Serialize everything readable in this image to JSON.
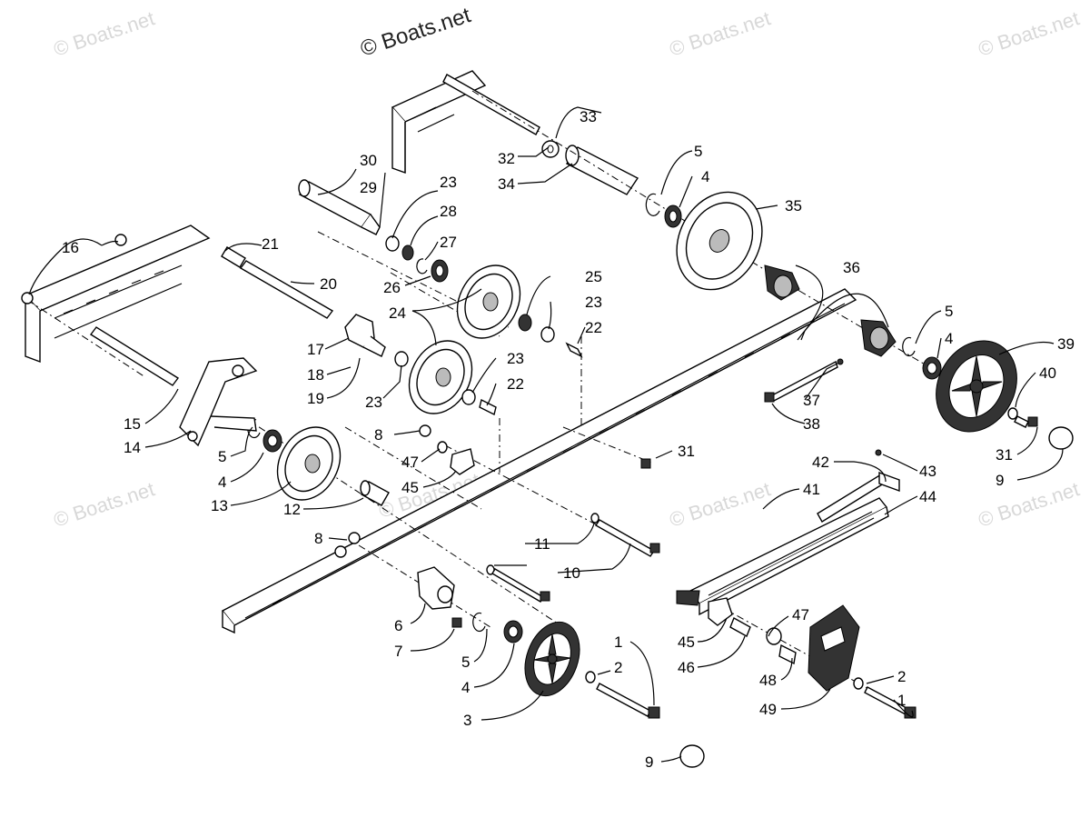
{
  "watermarks": {
    "main": "© Boats.net",
    "faint": "© Boats.net"
  },
  "callouts": {
    "c1a": "1",
    "c2a": "2",
    "c3": "3",
    "c4a": "4",
    "c5a": "5",
    "c6": "6",
    "c7": "7",
    "c8a": "8",
    "c8b": "8",
    "c9a": "9",
    "c10": "10",
    "c11": "11",
    "c12": "12",
    "c13": "13",
    "c14": "14",
    "c15": "15",
    "c16": "16",
    "c17": "17",
    "c18": "18",
    "c19": "19",
    "c20": "20",
    "c21": "21",
    "c22a": "22",
    "c22b": "22",
    "c23a": "23",
    "c23b": "23",
    "c23c": "23",
    "c23d": "23",
    "c24": "24",
    "c25": "25",
    "c26": "26",
    "c27": "27",
    "c28": "28",
    "c29": "29",
    "c30": "30",
    "c31a": "31",
    "c31b": "31",
    "c32": "32",
    "c33": "33",
    "c34": "34",
    "c35": "35",
    "c36": "36",
    "c37": "37",
    "c38": "38",
    "c39": "39",
    "c40": "40",
    "c41": "41",
    "c42": "42",
    "c43": "43",
    "c44": "44",
    "c45a": "45",
    "c45b": "45",
    "c46": "46",
    "c47a": "47",
    "c47b": "47",
    "c48": "48",
    "c49": "49",
    "c4b": "4",
    "c4c": "4",
    "c4d": "4",
    "c5b": "5",
    "c5c": "5",
    "c5d": "5",
    "c1b": "1",
    "c2b": "2",
    "c9b": "9"
  }
}
